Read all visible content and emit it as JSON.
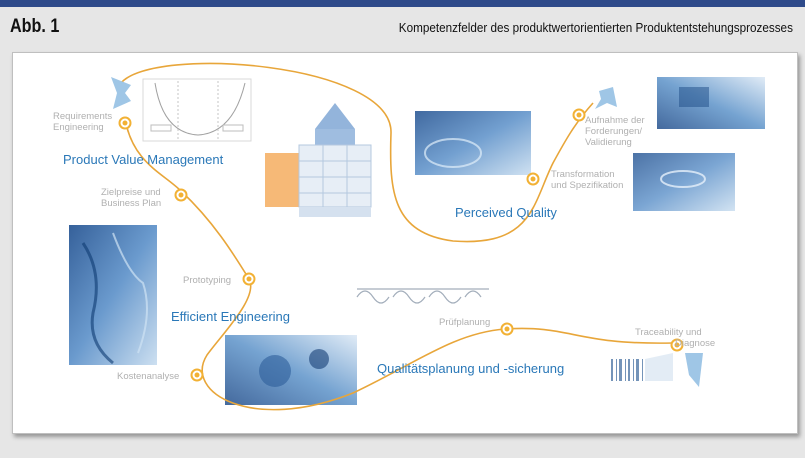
{
  "header": {
    "figure_label": "Abb. 1",
    "figure_title": "Kompetenzfelder des produktwertorientierten Produktentstehungsprozesses"
  },
  "fields": {
    "product_value_management": "Product Value Management",
    "perceived_quality": "Perceived Quality",
    "efficient_engineering": "Efficient Engineering",
    "qualitaetsplanung": "Qualitätsplanung und -sicherung"
  },
  "steps": {
    "requirements_line1": "Requirements",
    "requirements_line2": "Engineering",
    "zielpreise_line1": "Zielpreise und",
    "zielpreise_line2": "Business Plan",
    "prototyping": "Prototyping",
    "kostenanalyse": "Kostenanalyse",
    "aufnahme_line1": "Aufnahme der",
    "aufnahme_line2": "Forderungen/",
    "aufnahme_line3": "Validierung",
    "transformation_line1": "Transformation",
    "transformation_line2": "und Spezifikation",
    "pruefplanung": "Prüfplanung",
    "traceability_line1": "Traceability und",
    "traceability_line2": "Diagnose"
  },
  "colors": {
    "curve": "#e8a63a",
    "node": "#f2b134",
    "field_text": "#2a78b8",
    "step_text": "#b0b0b0",
    "arrow": "#9fc6e6",
    "header_bar": "#2e4a8a"
  }
}
